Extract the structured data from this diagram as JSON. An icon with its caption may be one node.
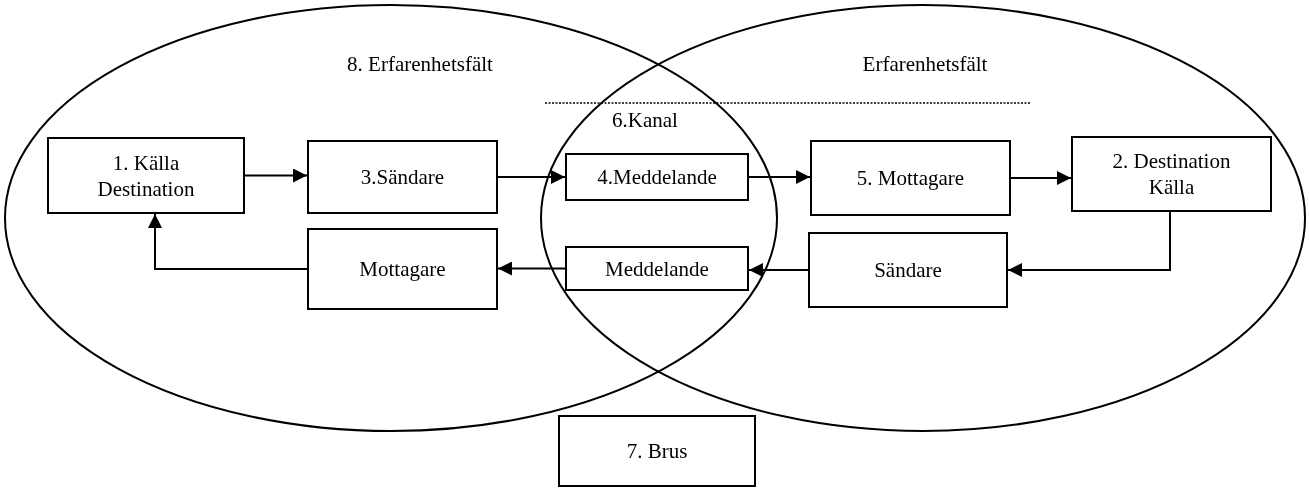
{
  "diagram": {
    "nodes": [
      {
        "text": [
          "8. Erfarenhetsfält"
        ]
      },
      {
        "text": [
          "Erfarenhetsfält"
        ]
      },
      {
        "text": [
          "1. Källa Destination"
        ],
        "in": 0
      },
      {
        "text": [
          "3.Sändare"
        ],
        "in": 0
      },
      {
        "text": [
          "4.Meddelande"
        ]
      },
      {
        "text": [
          "5. Mottagare"
        ],
        "in": 1
      },
      {
        "text": [
          "2. Destination Källa"
        ],
        "in": 1
      },
      {
        "text": [
          "Sändare"
        ],
        "in": 1
      },
      {
        "text": [
          "Meddelande"
        ]
      },
      {
        "text": [
          "Mottagare"
        ],
        "in": 0
      },
      {
        "text": [
          "7. Brus"
        ]
      }
    ],
    "edges": [
      {
        "from": 2,
        "to": 3,
        "arrow": "to"
      },
      {
        "from": 3,
        "to": 4,
        "arrow": "to"
      },
      {
        "from": 4,
        "to": 5,
        "arrow": "to"
      },
      {
        "from": 5,
        "to": 6,
        "arrow": "to"
      },
      {
        "from": 6,
        "to": 7,
        "arrow": "to"
      },
      {
        "from": 7,
        "to": 8,
        "arrow": "to"
      },
      {
        "from": 8,
        "to": 9,
        "arrow": "to"
      },
      {
        "from": 9,
        "to": 2,
        "arrow": "to"
      }
    ],
    "labels": [
      "6.Kanal"
    ]
  }
}
